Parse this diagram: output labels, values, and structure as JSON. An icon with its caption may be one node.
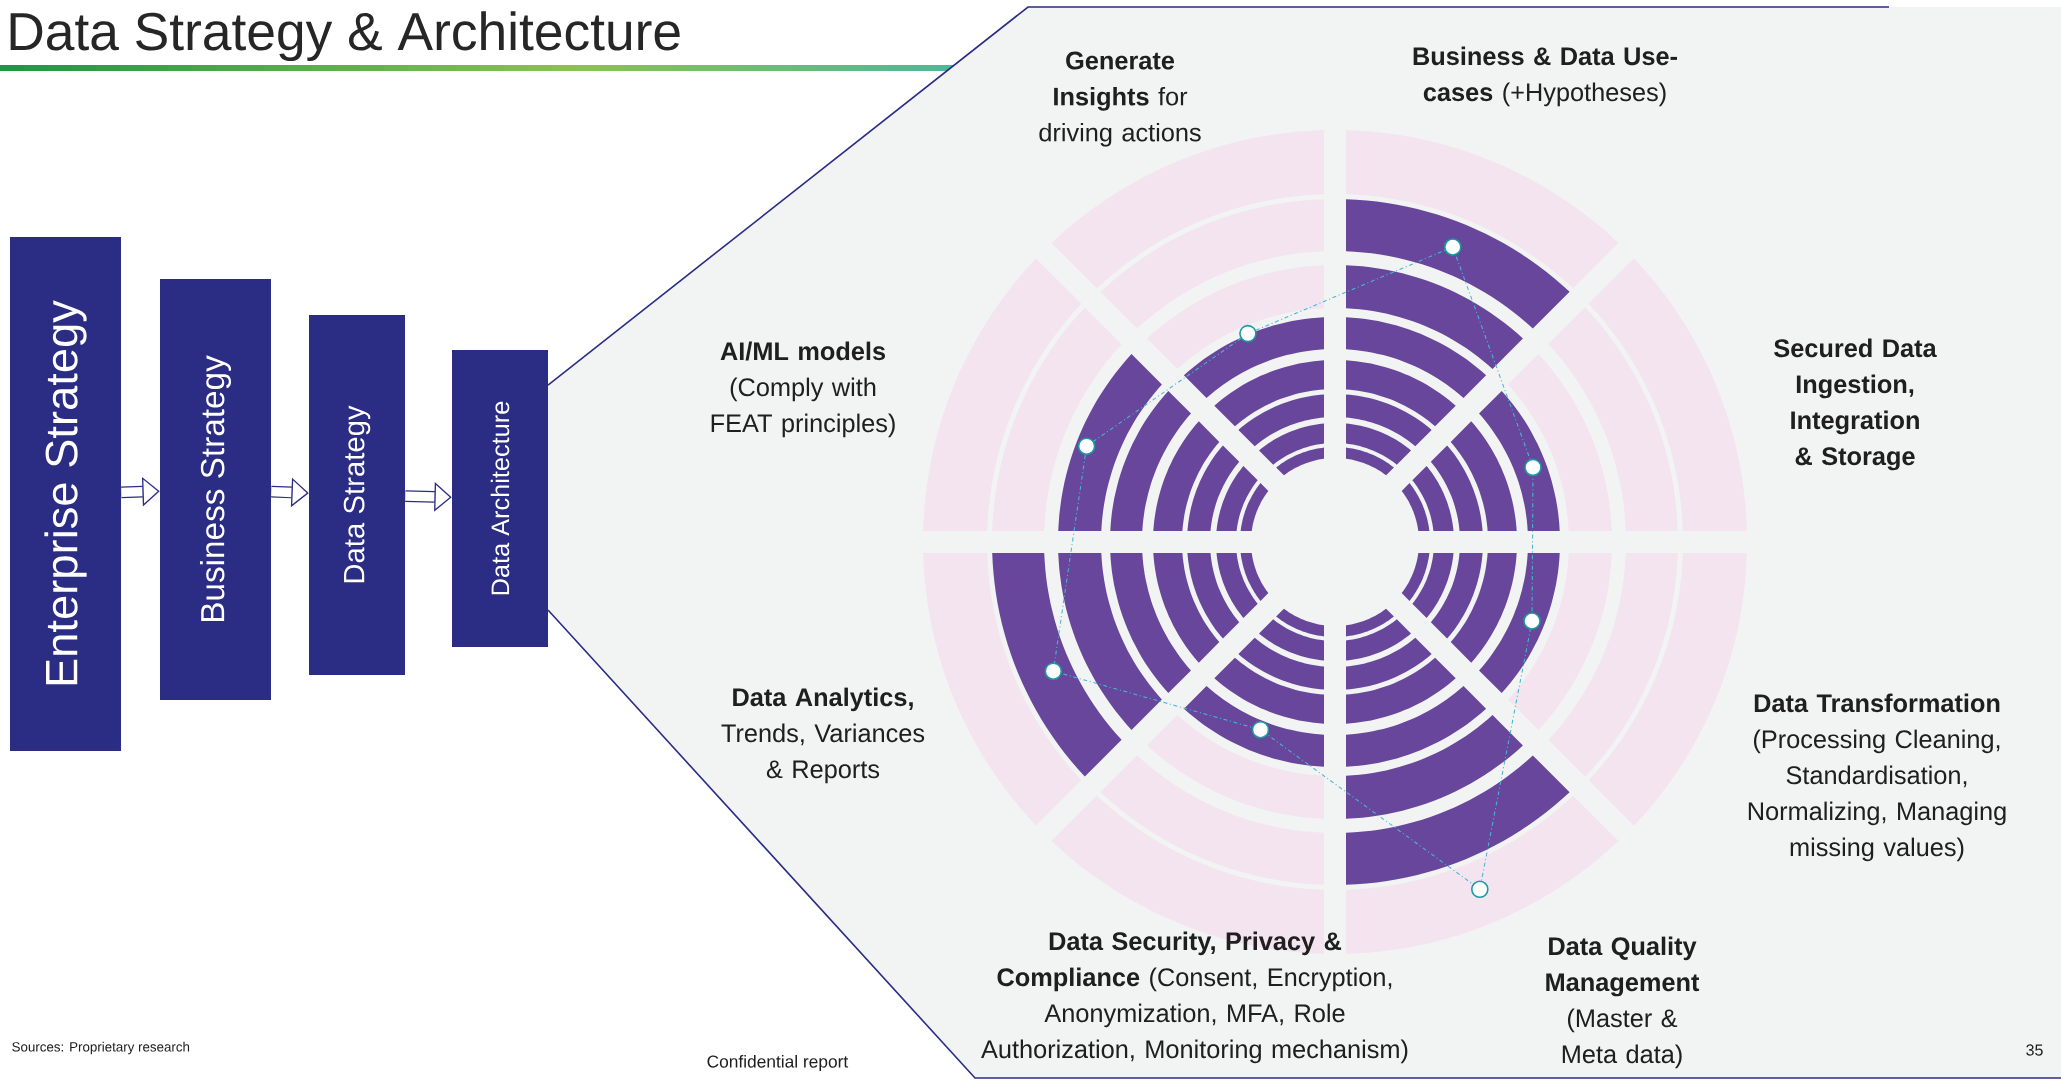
{
  "diagram": {
    "title": "Data Strategy & Architecture",
    "nodes": [
      {
        "text": [
          "Enterprise Strategy"
        ]
      },
      {
        "text": [
          "Business Strategy"
        ]
      },
      {
        "text": [
          "Data Strategy"
        ]
      },
      {
        "text": [
          "Data Architecture"
        ]
      }
    ],
    "edges": [
      {
        "from": 0,
        "to": 1,
        "arrow": "to"
      },
      {
        "from": 1,
        "to": 2,
        "arrow": "to"
      },
      {
        "from": 2,
        "to": 3,
        "arrow": "to"
      }
    ],
    "labels": [
      "**Generate Insights** for driving actions",
      "**Business & Data Use-cases** (+Hypotheses)",
      "**AI/ML models** (Comply with FEAT principles)",
      "Secured Data Ingestion, Integration & Storage",
      "**Data Analytics,** Trends, Variances & Reports",
      "**Data Transformation** (Processing Cleaning, Standardisation, Normalizing, Managing missing values)",
      "**Data Security, Privacy & Compliance** (Consent, Encryption, Anonymization, MFA, Role Authorization, Monitoring mechanism)",
      "**Data Quality Management** (Master & Meta data)",
      "Sources: Proprietary research",
      "Confidential report",
      "35"
    ]
  }
}
